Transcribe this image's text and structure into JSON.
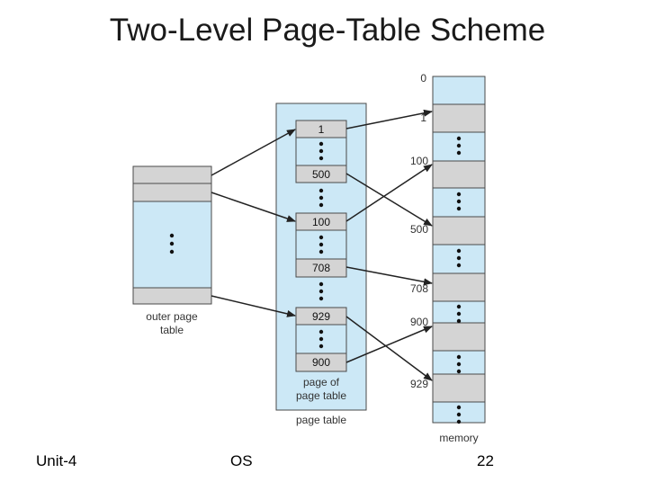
{
  "slide": {
    "title": "Two-Level Page-Table Scheme",
    "footer_left": "Unit-4",
    "footer_center": "OS",
    "footer_right": "22"
  },
  "diagram": {
    "outer_label": [
      "outer page",
      "table"
    ],
    "page_of_label": [
      "page of",
      "page table"
    ],
    "page_table_label": "page table",
    "memory_label": "memory",
    "entries": [
      "1",
      "500",
      "100",
      "708",
      "929",
      "900"
    ],
    "memory_addresses": [
      "0",
      "1",
      "100",
      "500",
      "708",
      "900",
      "929"
    ]
  },
  "colors": {
    "light_blue": "#cce8f6",
    "gray": "#d4d4d4",
    "border": "#4a4a4a",
    "arrow": "#222222"
  }
}
